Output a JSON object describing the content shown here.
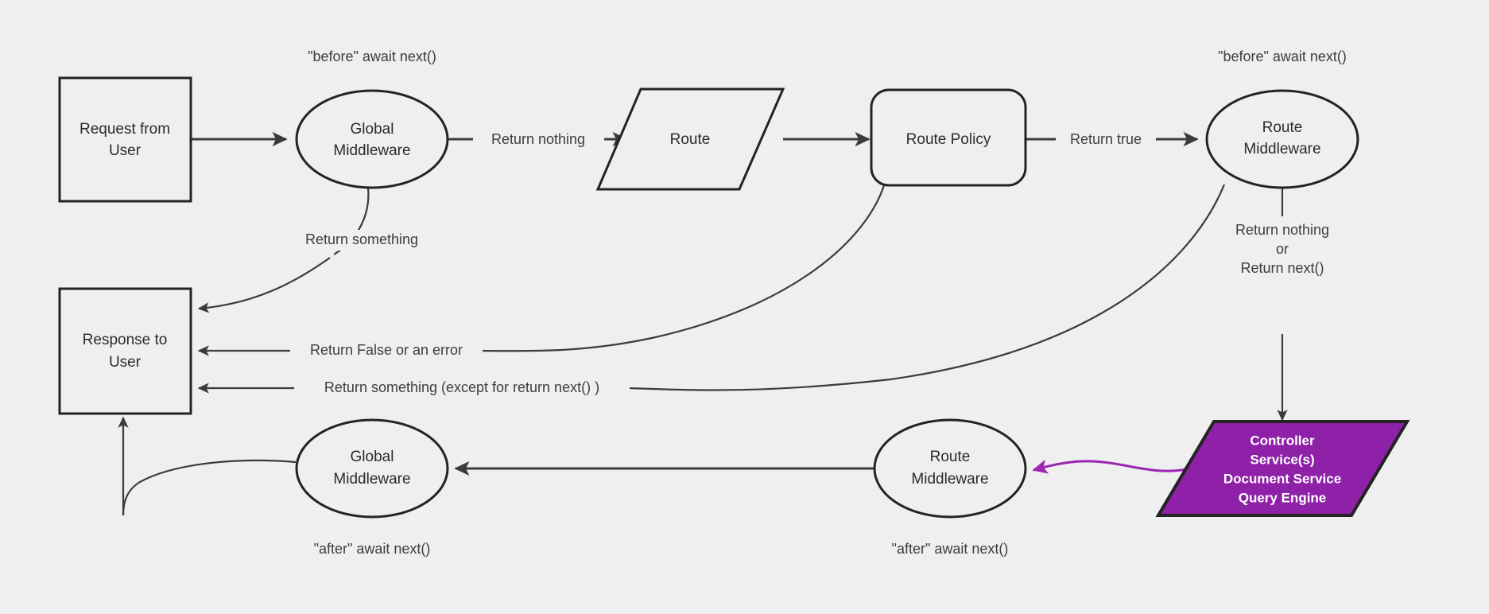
{
  "diagram": {
    "background_color": "#efefef",
    "stroke_color": "#232323",
    "text_color": "#2b2b2b",
    "accent_color": "#8e21a8",
    "accent_edge_color": "#9c27b0"
  },
  "nodes": {
    "request_from_user": {
      "line1": "Request from",
      "line2": "User",
      "shape": "rectangle"
    },
    "global_middleware_top": {
      "line1": "Global",
      "line2": "Middleware",
      "shape": "ellipse"
    },
    "route": {
      "line1": "Route",
      "shape": "parallelogram"
    },
    "route_policy": {
      "line1": "Route Policy",
      "shape": "rounded-rectangle"
    },
    "route_middleware_top": {
      "line1": "Route",
      "line2": "Middleware",
      "shape": "ellipse"
    },
    "response_to_user": {
      "line1": "Response to",
      "line2": "User",
      "shape": "rectangle"
    },
    "global_middleware_bottom": {
      "line1": "Global",
      "line2": "Middleware",
      "shape": "ellipse"
    },
    "route_middleware_bottom": {
      "line1": "Route",
      "line2": "Middleware",
      "shape": "ellipse"
    },
    "controller": {
      "line1": "Controller",
      "line2": "Service(s)",
      "line3": "Document Service",
      "line4": "Query Engine",
      "shape": "parallelogram",
      "fill": "#8e21a8"
    }
  },
  "captions": {
    "before_await_next_global": "\"before\" await next()",
    "before_await_next_route": "\"before\" await next()",
    "after_await_next_global": "\"after\" await next()",
    "after_await_next_route": "\"after\" await next()"
  },
  "edge_labels": {
    "return_nothing": "Return nothing",
    "return_true": "Return true",
    "return_something": "Return something",
    "return_false_or_error": "Return False or an error",
    "return_something_except": "Return something (except for return next() )",
    "return_nothing_or_next_1": "Return nothing",
    "return_nothing_or_next_2": "or",
    "return_nothing_or_next_3": "Return next()"
  }
}
